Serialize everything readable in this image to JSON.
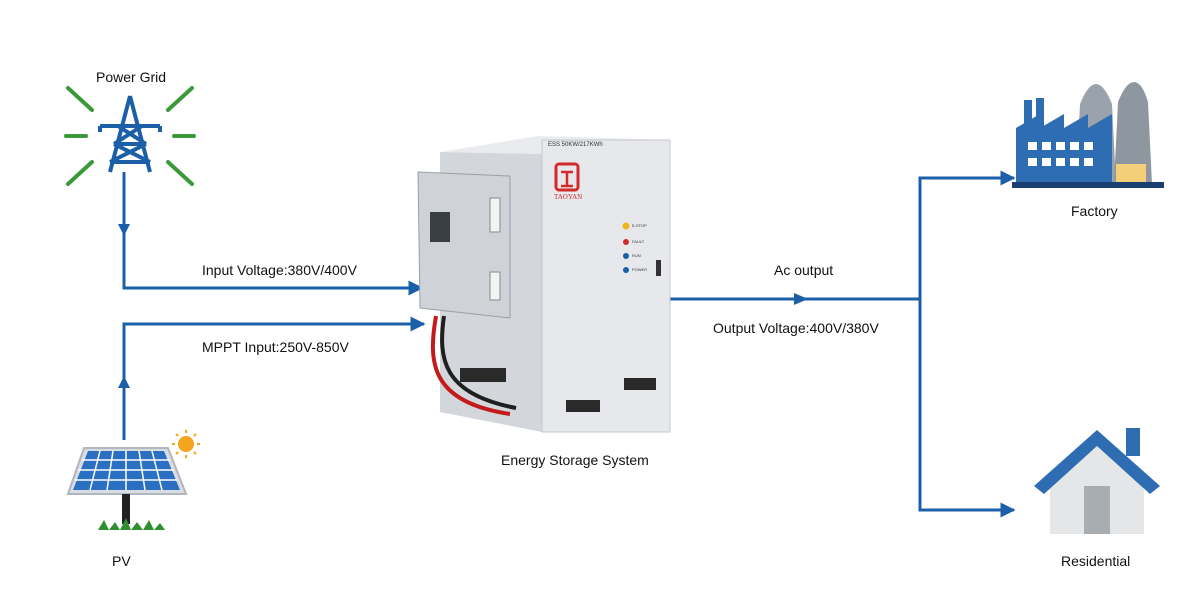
{
  "nodes": {
    "power_grid": "Power Grid",
    "pv": "PV",
    "factory": "Factory",
    "residential": "Residential",
    "ess": "Energy Storage System"
  },
  "connections": {
    "grid_input": "Input Voltage:380V/400V",
    "pv_input": "MPPT Input:250V-850V",
    "ac_output": "Ac output",
    "output_voltage": "Output Voltage:400V/380V"
  },
  "cabinet": {
    "brand": "TAOYAN",
    "model": "ESS 50KW/217KWh",
    "indicators": [
      "E-STOP",
      "FAULT",
      "RUN",
      "POWER"
    ]
  },
  "colors": {
    "line": "#1b5fa8",
    "grid_rays": "#3a9a3a",
    "tower": "#1b5fa8",
    "factory": "#2f6db3",
    "roof": "#2f6db3",
    "logo": "#d42a2a"
  }
}
